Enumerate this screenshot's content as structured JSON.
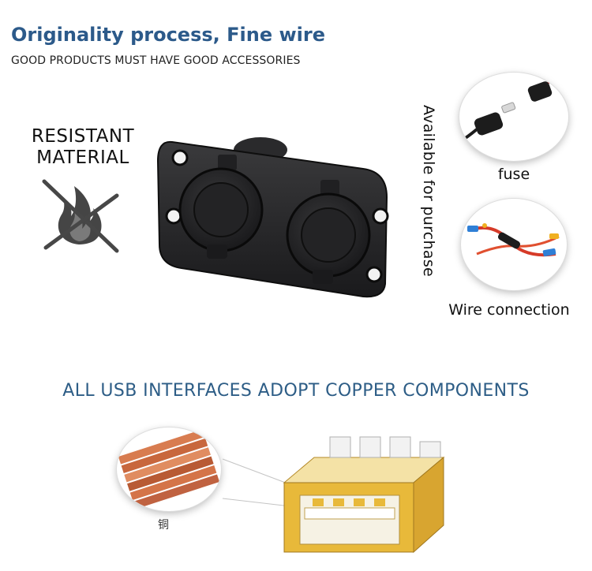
{
  "header": {
    "title": "Originality process, Fine wire",
    "subtitle": "GOOD PRODUCTS MUST HAVE GOOD ACCESSORIES"
  },
  "left_panel": {
    "line1": "RESISTANT",
    "line2": "MATERIAL",
    "icon": "flame-crossed-icon"
  },
  "product": {
    "image": "dual-socket-panel",
    "vertical_text": "Available for purchase"
  },
  "accessories": [
    {
      "label": "fuse",
      "image": "fuse-closeup"
    },
    {
      "label": "Wire connection",
      "image": "wire-connection-closeup"
    }
  ],
  "usb_section": {
    "heading": "ALL USB INTERFACES ADOPT COPPER COMPONENTS",
    "copper_label": "铜",
    "image": "usb-port-cutaway"
  },
  "colors": {
    "title_blue": "#2c5a8a",
    "heading_blue": "#2d5d86",
    "copper": "#c8673d",
    "usb_gold": "#e8b93a"
  }
}
